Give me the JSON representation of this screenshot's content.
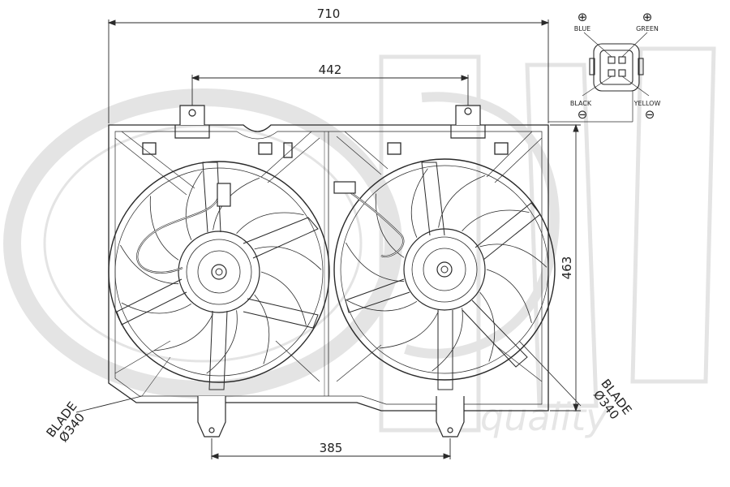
{
  "dimensions": {
    "overall_width": "710",
    "mount_spacing": "442",
    "bottom_spacing": "385",
    "height": "463",
    "blade_left": {
      "word": "BLADE",
      "diameter": "Ø340"
    },
    "blade_right": {
      "word": "BLADE",
      "diameter": "Ø340"
    }
  },
  "connector": {
    "blue": "BLUE",
    "green": "GREEN",
    "black": "BLACK",
    "yellow": "YELLOW",
    "plus_symbol": "⊕",
    "minus_symbol": "⊖"
  },
  "watermark": {
    "text": "quality"
  },
  "colors": {
    "line": "#2a2a2a",
    "watermark": "#e4e4e4"
  }
}
